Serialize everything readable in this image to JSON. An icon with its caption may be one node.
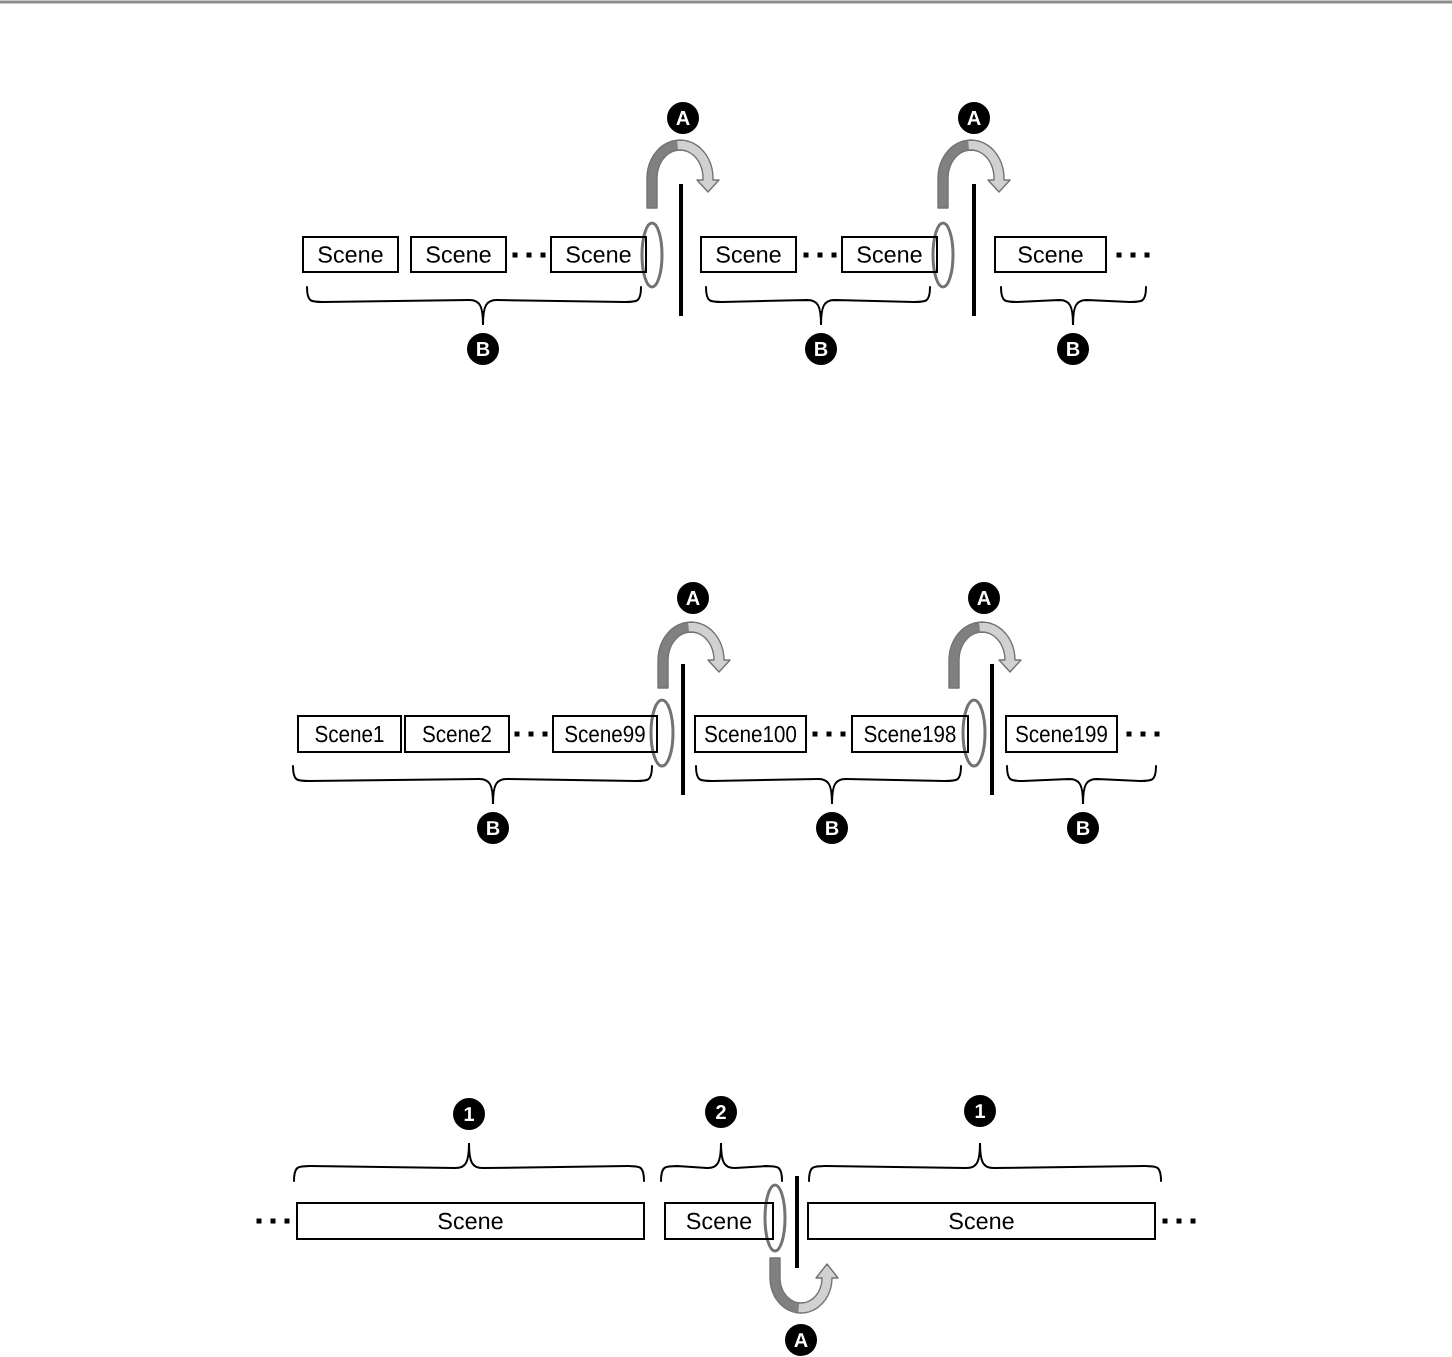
{
  "diagram": {
    "nodes": [
      {
        "text": [
          "Scene"
        ]
      },
      {
        "text": [
          "Scene"
        ]
      },
      {
        "text": [
          "Scene"
        ]
      },
      {
        "text": [
          "Scene"
        ]
      },
      {
        "text": [
          "Scene"
        ]
      },
      {
        "text": [
          "Scene"
        ]
      },
      {
        "text": [
          "Scene1"
        ]
      },
      {
        "text": [
          "Scene2"
        ]
      },
      {
        "text": [
          "Scene99"
        ]
      },
      {
        "text": [
          "Scene100"
        ]
      },
      {
        "text": [
          "Scene198"
        ]
      },
      {
        "text": [
          "Scene199"
        ]
      },
      {
        "text": [
          "Scene"
        ]
      },
      {
        "text": [
          "Scene"
        ]
      },
      {
        "text": [
          "Scene"
        ]
      }
    ],
    "labels": [
      "A",
      "A",
      "B",
      "B",
      "B",
      "A",
      "A",
      "B",
      "B",
      "B",
      "1",
      "2",
      "1",
      "A"
    ]
  }
}
